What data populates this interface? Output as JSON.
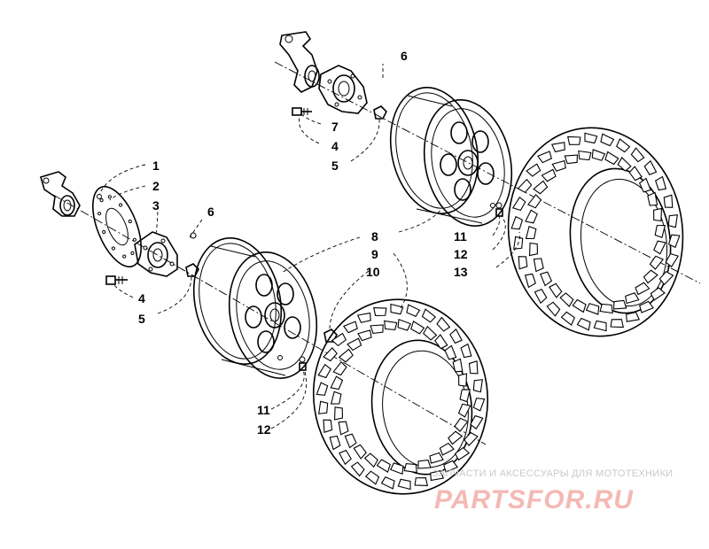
{
  "diagram": {
    "callouts": {
      "c1": "1",
      "c2": "2",
      "c3": "3",
      "c4a": "4",
      "c5a": "5",
      "c6a": "6",
      "c8": "8",
      "c9": "9",
      "c10": "10",
      "c11a": "11",
      "c12a": "12",
      "c6b": "6",
      "c7": "7",
      "c4b": "4",
      "c5b": "5",
      "c11b": "11",
      "c12b": "12",
      "c13": "13"
    }
  },
  "watermark": {
    "tagline": "ЗАПЧАСТИ И АКСЕССУАРЫ ДЛЯ МОТОТЕХНИКИ",
    "logo": "PARTSFOR.RU"
  }
}
